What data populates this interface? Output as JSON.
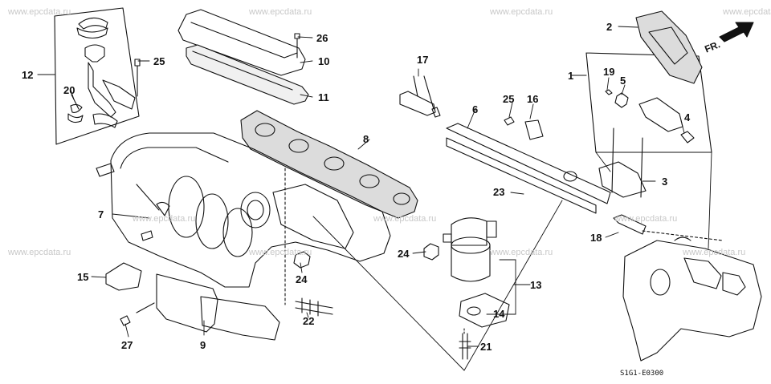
{
  "watermark": "www.epcdata.ru",
  "diagram_code": "S1G1-E0300",
  "direction_label": "FR.",
  "callouts": [
    "1",
    "2",
    "3",
    "4",
    "5",
    "6",
    "7",
    "8",
    "9",
    "10",
    "11",
    "12",
    "13",
    "14",
    "15",
    "16",
    "17",
    "18",
    "19",
    "20",
    "21",
    "22",
    "23",
    "24",
    "24",
    "25",
    "25",
    "26",
    "27"
  ],
  "colors": {
    "line": "#111111",
    "gasket_fill": "#dcdcdc",
    "watermark": "#c8c8c8"
  },
  "icons": [
    "front-direction-arrow-icon"
  ]
}
